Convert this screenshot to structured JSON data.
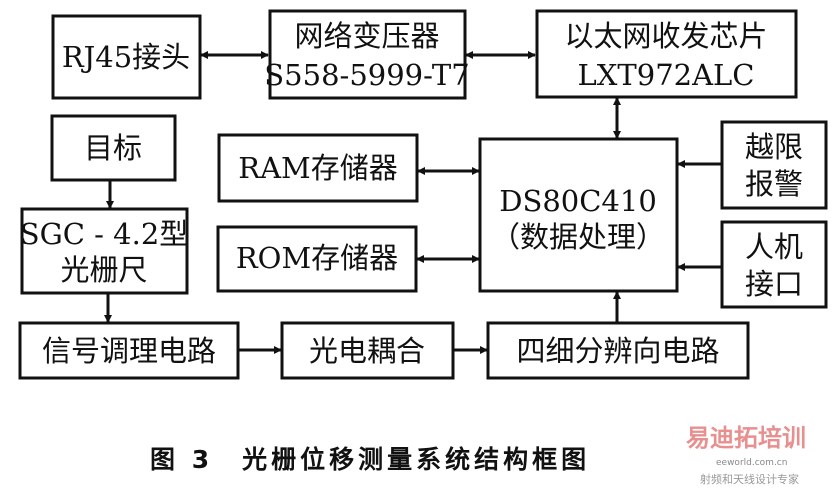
{
  "blocks": {
    "rj45": "RJ45接头",
    "transformer_l1": "网络变压器",
    "transformer_l2": "S558-5999-T7",
    "phy_l1": "以太网收发芯片",
    "phy_l2": "LXT972ALC",
    "target": "目标",
    "ram": "RAM存储器",
    "rom": "ROM存储器",
    "mcu_l1": "DS80C410",
    "mcu_l2": "（数据处理）",
    "alarm_l1": "越限",
    "alarm_l2": "报警",
    "hmi_l1": "人机",
    "hmi_l2": "接口",
    "grating_l1": "SGC - 4.2型",
    "grating_l2": "光栅尺",
    "signal": "信号调理电路",
    "opto": "光电耦合",
    "quad": "四细分辨向电路"
  },
  "caption": "图 3　光栅位移测量系统结构框图",
  "watermark": {
    "title": "易迪拓培训",
    "sub": "射频和天线设计专家",
    "site": "eeworld.com.cn"
  }
}
